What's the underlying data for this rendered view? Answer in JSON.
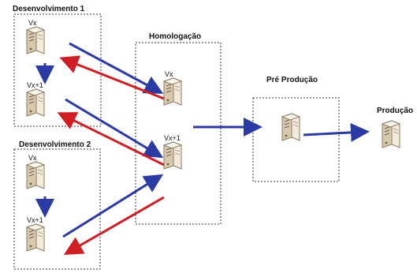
{
  "environments": {
    "dev1": {
      "title": "Desenvolvimento 1"
    },
    "homolog": {
      "title": "Homologação"
    },
    "preprod": {
      "title": "Pré Produção"
    },
    "prod": {
      "title": "Produção"
    },
    "dev2": {
      "title": "Desenvolvimento 2"
    }
  },
  "servers": {
    "dev1_vx": {
      "label": "Vx"
    },
    "dev1_vx1": {
      "label": "Vx+1"
    },
    "homolog_vx": {
      "label": "Vx"
    },
    "homolog_vx1": {
      "label": "Vx+1"
    },
    "dev2_vx": {
      "label": "Vx"
    },
    "dev2_vx1": {
      "label": "Vx+1"
    }
  },
  "colors": {
    "blue_arrow": "#2b3aa5",
    "red_arrow": "#cf1f24",
    "server_body": "#e8dcc7",
    "server_edge": "#8a7c65"
  }
}
